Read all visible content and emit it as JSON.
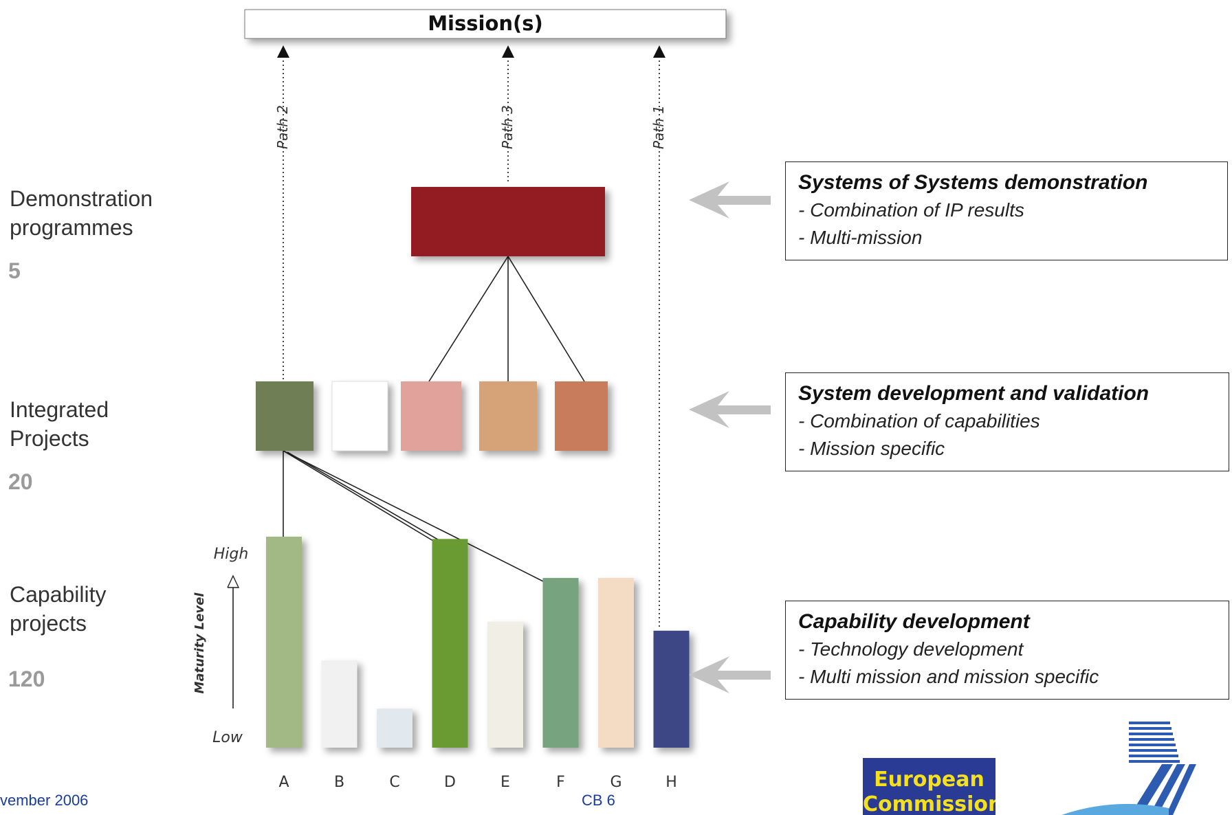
{
  "mission": {
    "label": "Mission(s)"
  },
  "paths": [
    {
      "label": "Path 2"
    },
    {
      "label": "Path 3"
    },
    {
      "label": "Path 1"
    }
  ],
  "levels": [
    {
      "name_line1": "Demonstration",
      "name_line2": "programmes",
      "count": "5"
    },
    {
      "name_line1": "Integrated",
      "name_line2": "Projects",
      "count": "20"
    },
    {
      "name_line1": "Capability",
      "name_line2": "projects",
      "count": "120"
    }
  ],
  "integrated_project_colors": [
    "#707e54",
    "#ffffff",
    "#e2a29c",
    "#d6a277",
    "#c97b5b"
  ],
  "demonstration_color": "#921b20",
  "maturity_axis": {
    "label": "Maturity Level",
    "high": "High",
    "low": "Low"
  },
  "capability_bars": {
    "categories": [
      "A",
      "B",
      "C",
      "D",
      "E",
      "F",
      "G",
      "H"
    ],
    "maturity": [
      0.92,
      0.38,
      0.17,
      0.91,
      0.55,
      0.74,
      0.74,
      0.51
    ],
    "colors": [
      "#a2b986",
      "#f1f1f2",
      "#e1e8ee",
      "#6a9b32",
      "#f1eee5",
      "#77a37f",
      "#f3dcc3",
      "#3e4685"
    ]
  },
  "info_boxes": [
    {
      "title": "Systems of Systems demonstration",
      "items": [
        "- Combination of IP results",
        "- Multi-mission"
      ]
    },
    {
      "title": "System development and validation",
      "items": [
        "- Combination of capabilities",
        "- Mission specific"
      ]
    },
    {
      "title": "Capability development",
      "items": [
        "- Technology development",
        "- Multi mission and mission specific"
      ]
    }
  ],
  "footer": {
    "date": "vember 2006",
    "page": "CB 6"
  },
  "logo": {
    "line1": "European",
    "line2": "Commission"
  },
  "colors": {
    "arrow": "#c2c2c2",
    "count": "#9a9a9a",
    "footer": "#1a3d9c",
    "logo_bg": "#2a3b95",
    "logo_text": "#f4e01c"
  }
}
